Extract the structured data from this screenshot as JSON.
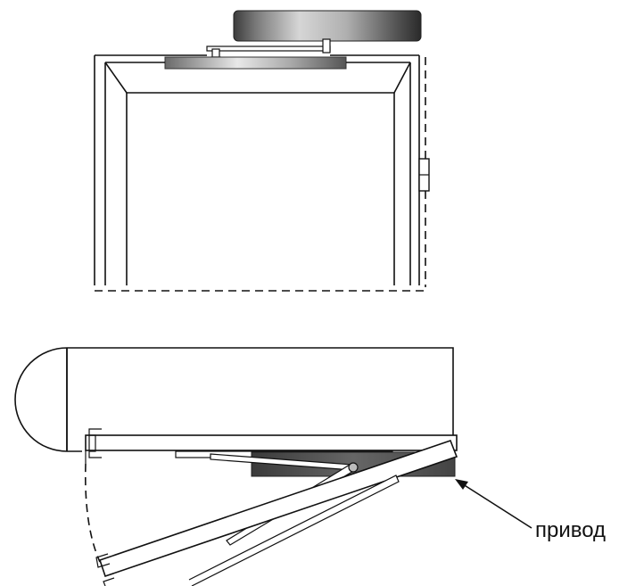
{
  "labels": {
    "drive": "привод"
  },
  "colors": {
    "line": "#111111",
    "background": "#ffffff",
    "drive_dark": "#4a4a4a",
    "drive_light": "#c8c8c8"
  },
  "views": [
    "front-view",
    "top-view"
  ]
}
